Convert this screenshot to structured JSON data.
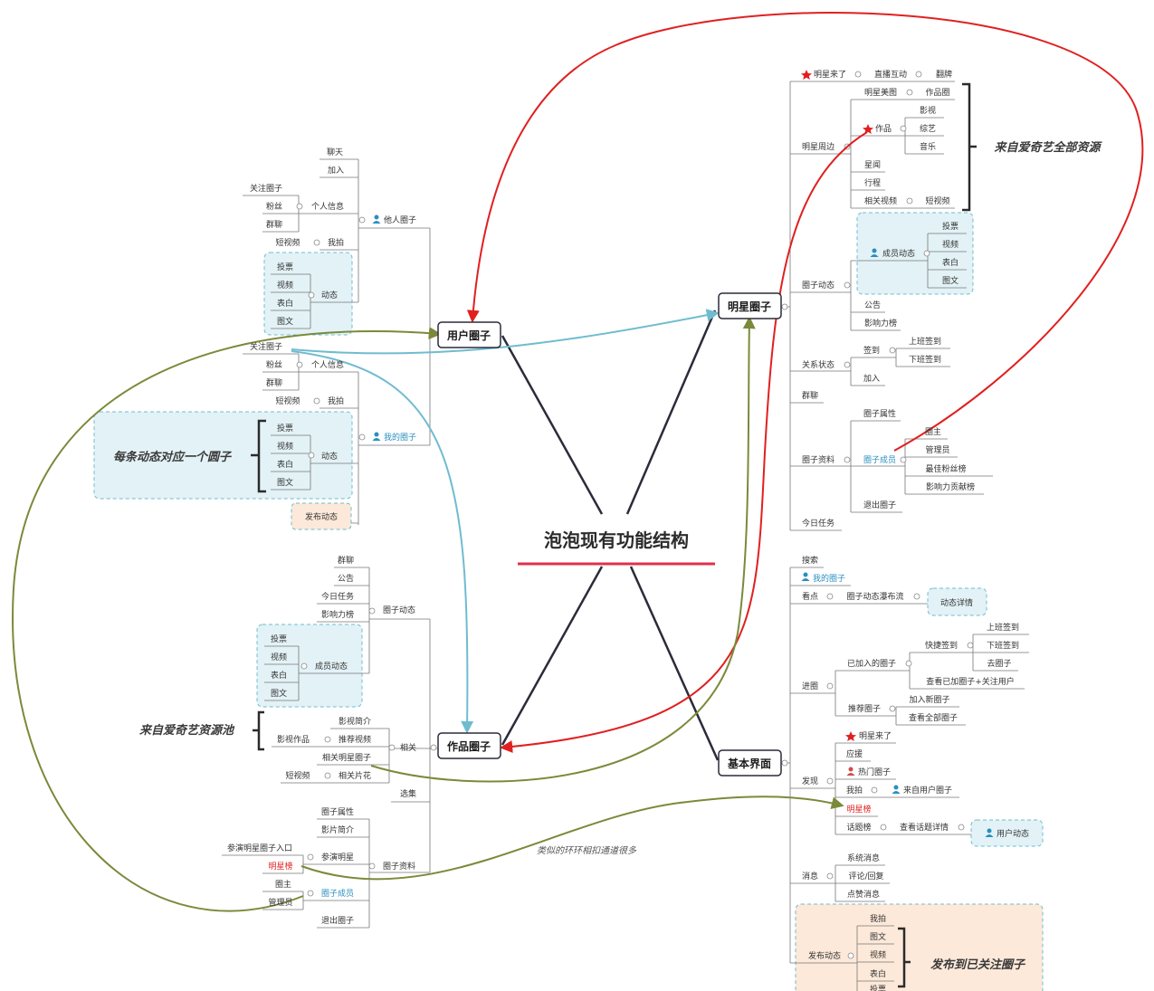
{
  "title": "泡泡现有功能结构",
  "colors": {
    "red": "#e02020",
    "cyan": "#6fbcd0",
    "olive": "#7a8a3a",
    "line": "#2b2b3a",
    "box_cyan": "#e3f2f6",
    "box_peach": "#fde9d9"
  },
  "notes": {
    "quanzi_each": "每条动态对应一个圆子",
    "from_iqiyi_pool": "来自爱奇艺资源池",
    "from_iqiyi_all": "来自爱奇艺全部资源",
    "publish_followed": "发布到已关注圈子",
    "loop_channels": "类似的环环相扣通道很多"
  },
  "main": {
    "user": "用户圈子",
    "star": "明星圈子",
    "works": "作品圈子",
    "basic": "基本界面"
  },
  "user": {
    "others": {
      "label": "他人圈子",
      "liaotian": "聊天",
      "jiaru": "加入",
      "gerenxinxi": "个人信息",
      "guanzhu": "关注圈子",
      "fensi": "粉丝",
      "qunliao": "群聊",
      "wopai": "我拍",
      "duanshipin": "短视频",
      "dongtai": "动态",
      "toupiao": "投票",
      "shipin": "视频",
      "biaobai": "表白",
      "tuwen": "图文"
    },
    "mine": {
      "label": "我的圈子",
      "gerenxinxi": "个人信息",
      "guanzhu": "关注圈子",
      "fensi": "粉丝",
      "qunliao": "群聊",
      "wopai": "我拍",
      "duanshipin": "短视频",
      "dongtai": "动态",
      "toupiao": "投票",
      "shipin": "视频",
      "biaobai": "表白",
      "tuwen": "图文",
      "fabu": "发布动态"
    }
  },
  "works": {
    "qzdt": {
      "label": "圈子动态",
      "qunliao": "群聊",
      "gonggao": "公告",
      "jinri": "今日任务",
      "yingxiang": "影响力榜",
      "chengyuan": "成员动态",
      "toupiao": "投票",
      "shipin": "视频",
      "biaobai": "表白",
      "tuwen": "图文"
    },
    "xiangguan": {
      "label": "相关",
      "yingshizuopin": "影视作品",
      "yingshijianjie": "影视简介",
      "tuijian": "推荐视频",
      "xgmx": "相关明星圈子",
      "duanshipin": "短视频",
      "pianhua": "相关片花"
    },
    "xuanji": "选集",
    "ziliao": {
      "label": "圈子资料",
      "shuxing": "圈子属性",
      "jianjie": "影片简介",
      "canyan": "参演明星",
      "rukou": "参演明星圈子入口",
      "mingxingbang": "明星榜",
      "chengyuan": "圈子成员",
      "quanzhu": "圈主",
      "guanliyuan": "管理员",
      "tuichu": "退出圈子"
    }
  },
  "star": {
    "mxll": "明星来了",
    "zbhd": "直播互动",
    "fanpai": "翻牌",
    "zhoubian": {
      "label": "明星周边",
      "meitu": "明星美图",
      "zuopinji": "作品圈",
      "zuopin": "作品",
      "yingshi": "影视",
      "zongyi": "综艺",
      "yinyue": "音乐",
      "xinwen": "星闻",
      "xingcheng": "行程",
      "xgsp": "相关视频",
      "duanshipin": "短视频"
    },
    "qzdt": {
      "label": "圈子动态",
      "chengyuan": "成员动态",
      "toupiao": "投票",
      "shipin": "视频",
      "biaobai": "表白",
      "tuwen": "图文",
      "gonggao": "公告",
      "yingxiang": "影响力榜"
    },
    "guanxi": {
      "label": "关系状态",
      "qiandao": "签到",
      "shangban": "上班签到",
      "xiaban": "下班签到",
      "jiaru": "加入"
    },
    "qunliao": "群聊",
    "ziliao": {
      "label": "圈子资料",
      "shuxing": "圈子属性",
      "chengyuan": "圈子成员",
      "quanzhu": "圈主",
      "guanliyuan": "管理员",
      "fensibang": "最佳粉丝榜",
      "gongxian": "影响力贡献榜",
      "tuichu": "退出圈子"
    },
    "jinri": "今日任务"
  },
  "basic": {
    "sousuo": "搜索",
    "wode": "我的圈子",
    "kandian": {
      "label": "看点",
      "pubuliu": "圈子动态瀑布流",
      "xiangqing": "动态详情"
    },
    "jinquan": {
      "label": "进圈",
      "yijiaru": "已加入的圈子",
      "kuaijie": "快捷签到",
      "shangban": "上班签到",
      "xiaban": "下班签到",
      "qu": "去圈子",
      "chakan": "查看已加圈子+关注用户",
      "tuijian": "推荐圈子",
      "jiaxin": "加入新圈子",
      "quanbu": "查看全部圈子"
    },
    "faxian": {
      "label": "发现",
      "mxll": "明星来了",
      "yingyuan": "应援",
      "remen": "热门圈子",
      "wopai": "我拍",
      "laizi": "来自用户圈子",
      "mxb": "明星榜",
      "huatibang": "话题榜",
      "huatixq": "查看话题详情",
      "yonghu": "用户动态"
    },
    "xiaoxi": {
      "label": "消息",
      "xitong": "系统消息",
      "pinglun": "评论/回复",
      "dianzan": "点赞消息"
    },
    "fabu": {
      "label": "发布动态",
      "wopai": "我拍",
      "tuwen": "图文",
      "shipin": "视频",
      "biaobai": "表白",
      "toupiao": "投票"
    }
  }
}
